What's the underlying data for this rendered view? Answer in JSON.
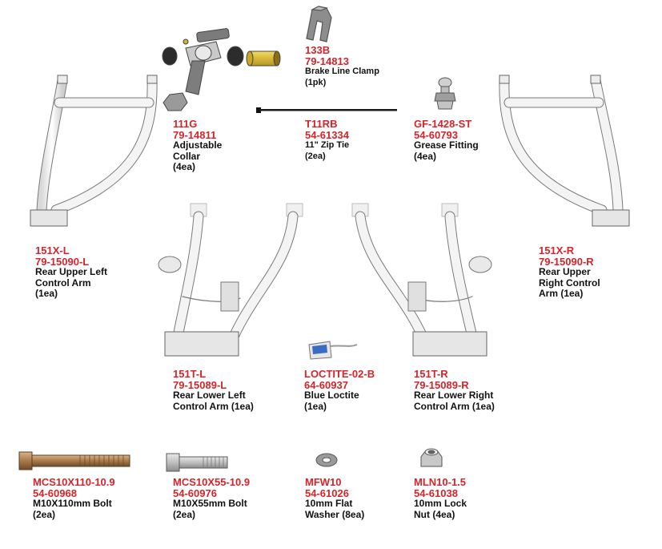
{
  "colors": {
    "code": "#d8232a",
    "text": "#111111",
    "metal_fill": "#f3f3f3",
    "metal_stroke": "#8a8a8a",
    "brass": "#e0c232",
    "bolt": "#b98a5a"
  },
  "parts": {
    "brake_clamp": {
      "sku": "133B",
      "part_no": "79-14813",
      "desc": "Brake Line Clamp\n(1pk)",
      "icon": "clamp-icon"
    },
    "collar": {
      "sku": "111G",
      "part_no": "79-14811",
      "desc": "Adjustable\nCollar\n(4ea)",
      "icon": "collar-icon"
    },
    "zip_tie": {
      "sku": "T11RB",
      "part_no": "54-61334",
      "desc": "11\" Zip Tie\n(2ea)",
      "icon": "zip-tie-icon"
    },
    "grease_fitting": {
      "sku": "GF-1428-ST",
      "part_no": "54-60793",
      "desc": "Grease Fitting\n(4ea)",
      "icon": "grease-fitting-icon"
    },
    "upper_left": {
      "sku": "151X-L",
      "part_no": "79-15090-L",
      "desc": "Rear Upper Left\nControl Arm\n(1ea)",
      "icon": "control-arm-icon"
    },
    "upper_right": {
      "sku": "151X-R",
      "part_no": "79-15090-R",
      "desc": "Rear Upper\nRight Control\nArm (1ea)",
      "icon": "control-arm-icon"
    },
    "lower_left": {
      "sku": "151T-L",
      "part_no": "79-15089-L",
      "desc": "Rear Lower Left\nControl Arm (1ea)",
      "icon": "control-arm-icon"
    },
    "loctite": {
      "sku": "LOCTITE-02-B",
      "part_no": "64-60937",
      "desc": "Blue Loctite\n(1ea)",
      "icon": "loctite-tube-icon"
    },
    "lower_right": {
      "sku": "151T-R",
      "part_no": "79-15089-R",
      "desc": "Rear Lower Right\nControl Arm (1ea)",
      "icon": "control-arm-icon"
    },
    "bolt_110": {
      "sku": "MCS10X110-10.9",
      "part_no": "54-60968",
      "desc": "M10X110mm Bolt\n(2ea)",
      "icon": "bolt-icon"
    },
    "bolt_55": {
      "sku": "MCS10X55-10.9",
      "part_no": "54-60976",
      "desc": "M10X55mm Bolt\n(2ea)",
      "icon": "bolt-icon"
    },
    "washer": {
      "sku": "MFW10",
      "part_no": "54-61026",
      "desc": "10mm Flat\nWasher (8ea)",
      "icon": "washer-icon"
    },
    "lock_nut": {
      "sku": "MLN10-1.5",
      "part_no": "54-61038",
      "desc": "10mm Lock\nNut (4ea)",
      "icon": "lock-nut-icon"
    }
  }
}
